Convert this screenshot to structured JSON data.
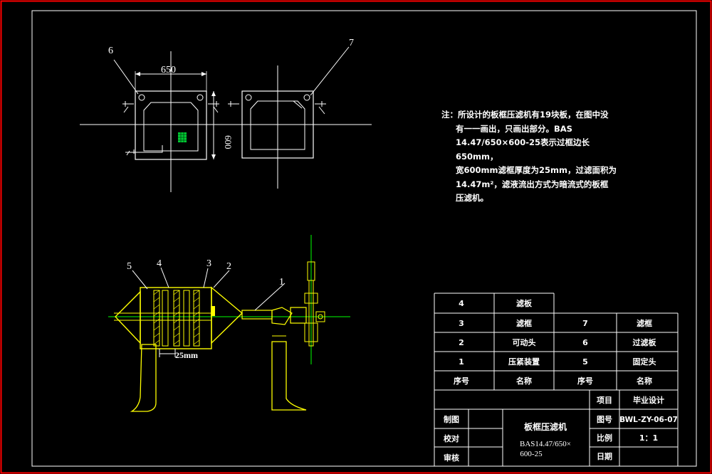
{
  "dimensions": {
    "width_label": "650",
    "height_label": "600",
    "frame_thickness_label": "25mm"
  },
  "callouts": [
    "1",
    "2",
    "3",
    "4",
    "5",
    "6",
    "7"
  ],
  "note": {
    "lines": [
      "注：所设计的板框压滤机有19块板，在图中没",
      "有一一画出，只画出部分。BAS",
      "14.47/650×600-25表示过框边长650mm，",
      "宽600mm滤框厚度为25mm，过滤面积为",
      "14.47m²，滤液流出方式为暗流式的板框",
      "压滤机。"
    ]
  },
  "parts_table": {
    "rows": [
      {
        "no_left": "4",
        "name_left": "滤板",
        "no_right": "",
        "name_right": ""
      },
      {
        "no_left": "3",
        "name_left": "滤框",
        "no_right": "7",
        "name_right": "滤框"
      },
      {
        "no_left": "2",
        "name_left": "可动头",
        "no_right": "6",
        "name_right": "过滤板"
      },
      {
        "no_left": "1",
        "name_left": "压紧装置",
        "no_right": "5",
        "name_right": "固定头"
      }
    ],
    "header": {
      "no_left": "序号",
      "name_left": "名称",
      "no_right": "序号",
      "name_right": "名称"
    }
  },
  "title_block": {
    "project_label": "项目",
    "project_value": "毕业设计",
    "drawn_label": "制图",
    "checked_label": "校对",
    "reviewed_label": "审核",
    "drawing_no_label": "图号",
    "drawing_no_value": "BWL-ZY-06-07",
    "scale_label": "比例",
    "scale_value": "1：1",
    "date_label": "日期",
    "title": "板框压滤机",
    "model_line1": "BAS14.47/650×",
    "model_line2": "600-25"
  },
  "colors": {
    "background": "#000000",
    "border": "#ff0000",
    "frame": "#ffffff",
    "part": "#ffff00",
    "centerline": "#00ff00",
    "accent": "#00ffff",
    "hatch": "#00cc33"
  }
}
